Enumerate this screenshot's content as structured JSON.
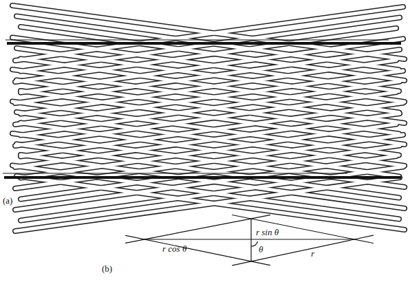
{
  "diagram": {
    "labels": [
      "(a)",
      "(b)",
      "r sin θ",
      "r cos θ",
      "θ",
      "r"
    ]
  }
}
